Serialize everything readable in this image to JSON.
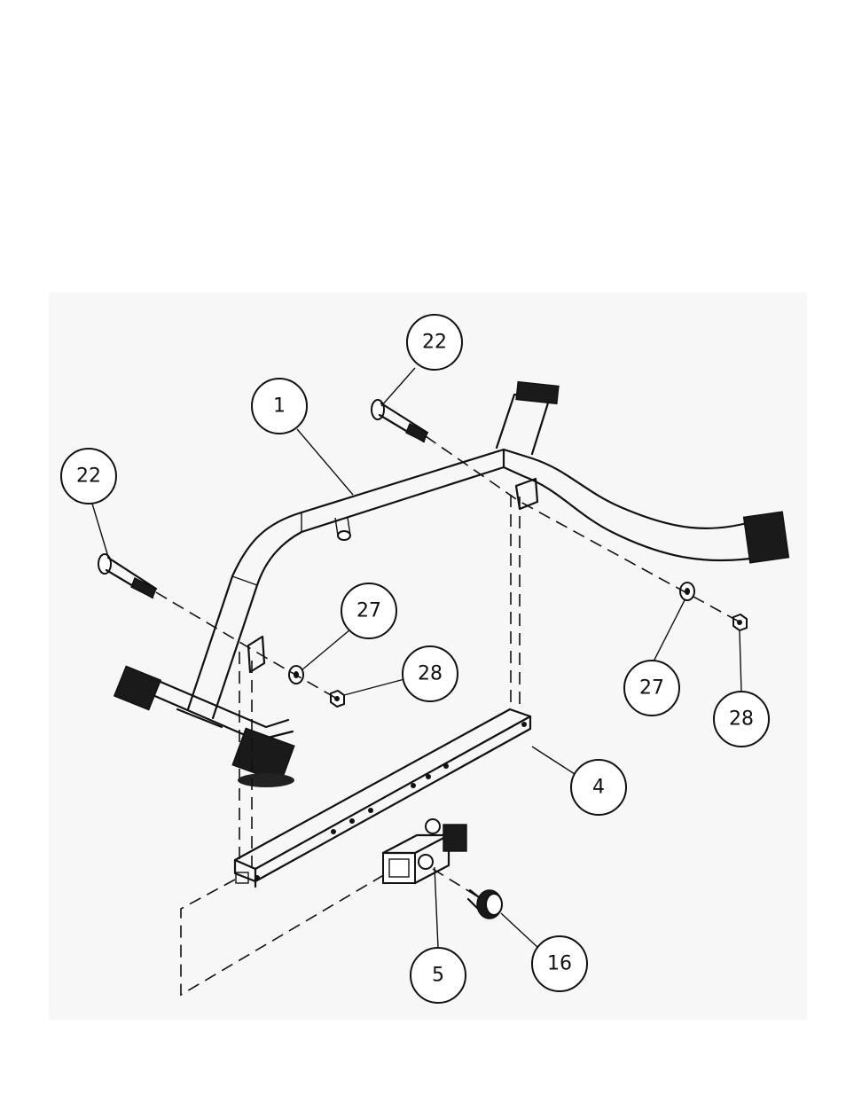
{
  "callouts": [
    {
      "id": "c-22-top",
      "label": "22"
    },
    {
      "id": "c-1",
      "label": "1"
    },
    {
      "id": "c-22-left",
      "label": "22"
    },
    {
      "id": "c-27-left",
      "label": "27"
    },
    {
      "id": "c-28-left",
      "label": "28"
    },
    {
      "id": "c-27-right",
      "label": "27"
    },
    {
      "id": "c-28-right",
      "label": "28"
    },
    {
      "id": "c-4",
      "label": "4"
    },
    {
      "id": "c-5",
      "label": "5"
    },
    {
      "id": "c-16",
      "label": "16"
    }
  ]
}
